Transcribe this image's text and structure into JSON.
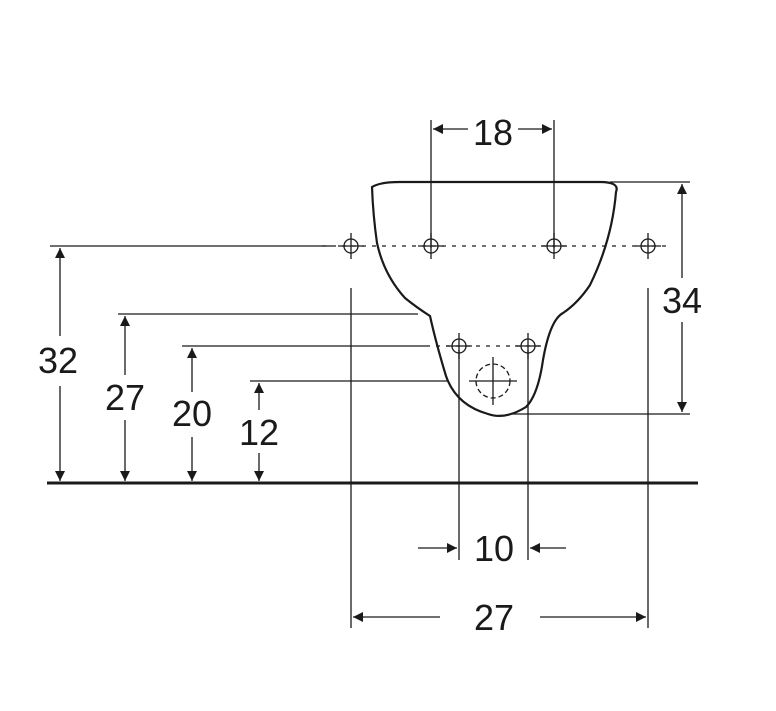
{
  "dimensions": {
    "top_holes_spacing": "18",
    "height_to_top_holes": "32",
    "height_lower_left": "27",
    "height_lower_holes": "20",
    "height_drain": "12",
    "bowl_height": "34",
    "lower_holes_spacing": "10",
    "overall_width": "27"
  },
  "icons": {
    "fixing_hole": "crosshair-circle-icon",
    "drain_outlet": "drain-circle-icon"
  },
  "colors": {
    "line": "#1a1a1a",
    "background": "#ffffff"
  }
}
